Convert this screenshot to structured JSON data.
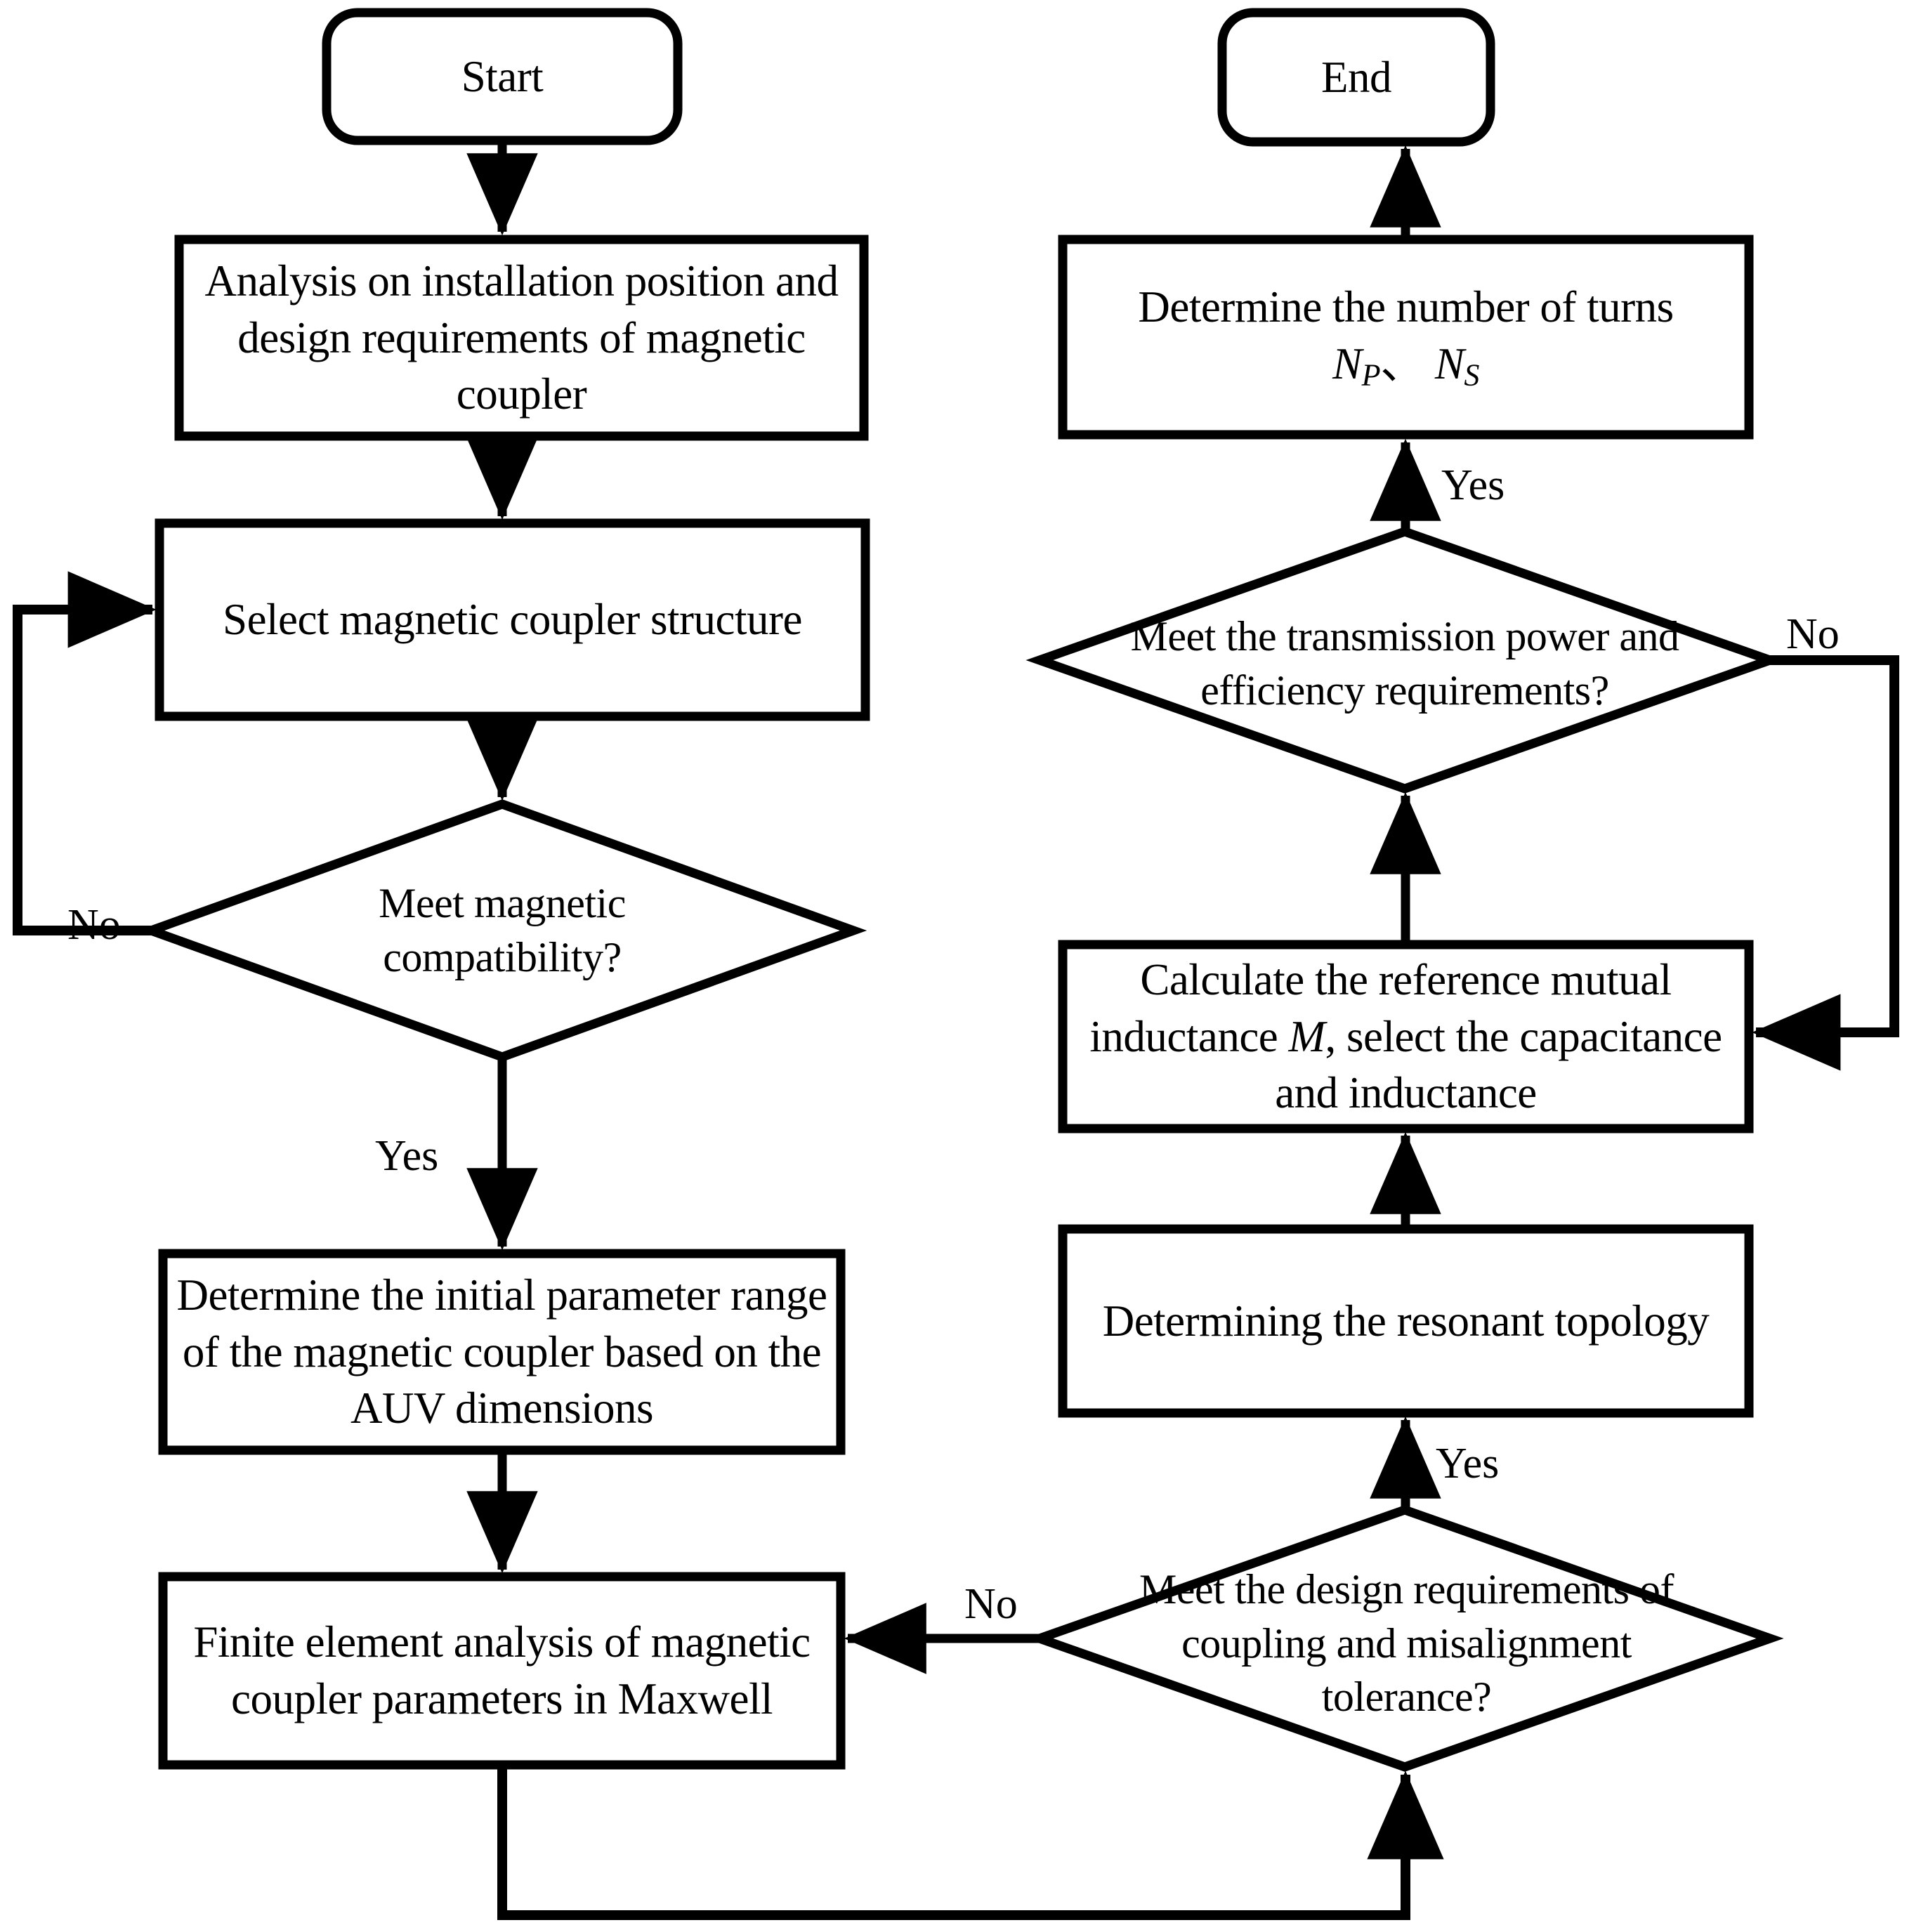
{
  "diagram": {
    "title": "Magnetic coupler design flowchart",
    "stroke_color": "#000000",
    "fill_color": "#ffffff",
    "nodes": {
      "start": {
        "label": "Start",
        "shape": "terminator"
      },
      "end": {
        "label": "End",
        "shape": "terminator"
      },
      "analysis": {
        "label": "Analysis on installation position and design requirements of magnetic coupler",
        "shape": "process"
      },
      "select_structure": {
        "label": "Select magnetic coupler structure",
        "shape": "process"
      },
      "magnetic_compat": {
        "label": "Meet magnetic compatibility?",
        "shape": "decision"
      },
      "initial_param": {
        "label": "Determine the initial parameter range of the magnetic coupler based on the AUV dimensions",
        "shape": "process"
      },
      "fea_maxwell": {
        "label": "Finite element analysis of magnetic coupler parameters in Maxwell",
        "shape": "process"
      },
      "design_req": {
        "label": "Meet the design requirements of  coupling and misalignment tolerance?",
        "shape": "decision"
      },
      "resonant_topology": {
        "label": "Determining the resonant topology",
        "shape": "process"
      },
      "mutual_inductance": {
        "label_pre": "Calculate the reference mutual inductance ",
        "label_var": "M",
        "label_post": ", select the capacitance and inductance",
        "shape": "process"
      },
      "transmission_check": {
        "label": "Meet the transmission power and efficiency requirements?",
        "shape": "decision"
      },
      "turns": {
        "label_line1": "Determine the number of turns",
        "label_var1": "N",
        "label_sub1": "P",
        "label_sep": "、",
        "label_var2": "N",
        "label_sub2": "S",
        "shape": "process"
      }
    },
    "edge_labels": {
      "compat_no": "No",
      "compat_yes": "Yes",
      "design_no": "No",
      "design_yes": "Yes",
      "transmission_no": "No",
      "transmission_yes": "Yes"
    }
  }
}
